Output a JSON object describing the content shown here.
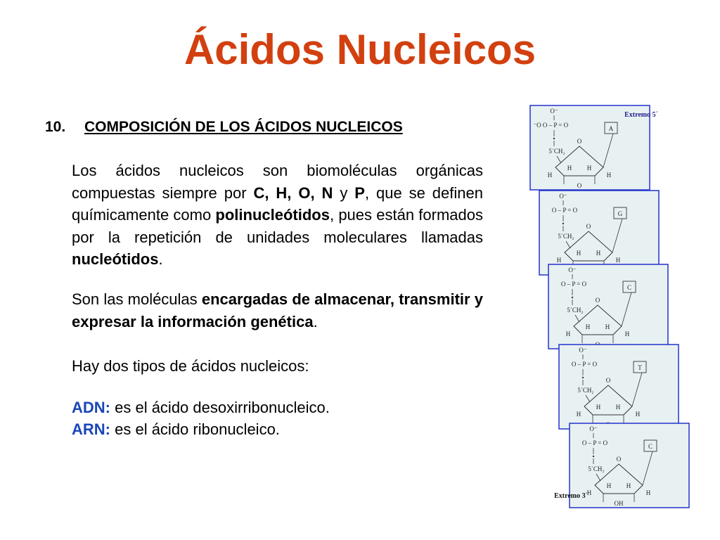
{
  "title": "Ácidos Nucleicos",
  "section": {
    "number": "10.",
    "heading": "COMPOSICIÓN DE LOS ÁCIDOS NUCLEICOS"
  },
  "paragraph1": {
    "t1": "Los ácidos nucleicos son biomoléculas orgánicas compuestas siempre por ",
    "elements": "C, H, O, N",
    "t2": " y ",
    "p": "P",
    "t3": ", que se definen químicamente como ",
    "polinucleotidos": "polinucleótidos",
    "t4": ", pues están formados por la repetición de unidades moleculares llamadas ",
    "nucleotidos": "nucleótidos",
    "t5": "."
  },
  "paragraph2": {
    "t1": "Son las moléculas ",
    "bold": "encargadas de almacenar, transmitir y expresar la información genética",
    "t2": "."
  },
  "paragraph3": "Hay dos tipos de ácidos nucleicos:",
  "types": [
    {
      "abbr": "ADN:",
      "desc": " es el ácido desoxirribonucleico."
    },
    {
      "abbr": "ARN:",
      "desc": " es el ácido ribonucleico."
    }
  ],
  "diagram": {
    "label_top": "Extremo 5´",
    "label_bottom": "Extremo 3´",
    "bases": [
      "A",
      "G",
      "C",
      "T",
      "C"
    ],
    "phosphate_label": "O – P = O",
    "o_minus_top": "O⁻",
    "o_minus_side": "⁻O",
    "ch2_label": "5´CH₂",
    "ring_o": "O",
    "h_label": "H",
    "o_link_label": "O",
    "oh_label": "OH",
    "colors": {
      "panel_bg": "#e8f1f2",
      "panel_border": "#2233cc",
      "label": "#1c1c8a"
    }
  }
}
